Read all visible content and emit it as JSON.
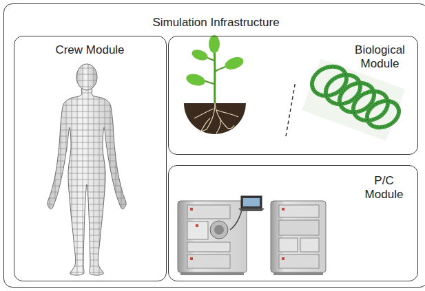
{
  "diagram": {
    "nodes": [
      {
        "text": [
          "Simulation Infrastructure"
        ]
      },
      {
        "text": [
          "Crew Module"
        ],
        "in": 0
      },
      {
        "text": [
          "Biological Module"
        ],
        "in": 0
      },
      {
        "text": [
          "P/C Module"
        ],
        "in": 0
      }
    ]
  }
}
